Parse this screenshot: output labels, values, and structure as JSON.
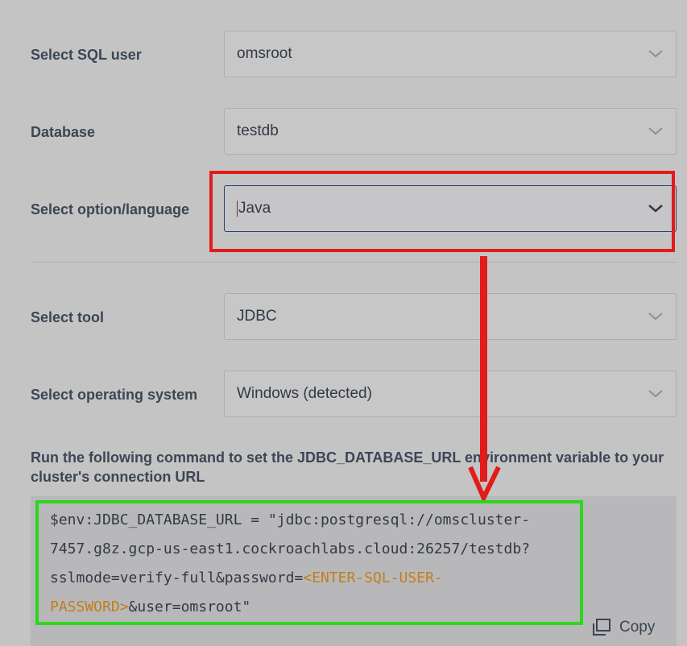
{
  "form": {
    "sql_user": {
      "label": "Select SQL user",
      "value": "omsroot"
    },
    "database": {
      "label": "Database",
      "value": "testdb"
    },
    "language": {
      "label": "Select option/language",
      "value": "Java"
    },
    "tool": {
      "label": "Select tool",
      "value": "JDBC"
    },
    "os": {
      "label": "Select operating system",
      "value": "Windows (detected)"
    }
  },
  "instructions": "Run the following command to set the JDBC_DATABASE_URL environment variable to your cluster's connection URL",
  "code": {
    "line1": "$env:JDBC_DATABASE_URL = \"jdbc:postgresql://omscluster-",
    "line2": "7457.g8z.gcp-us-east1.cockroachlabs.cloud:26257/testdb?",
    "line3_prefix": "sslmode=verify-full&password=",
    "placeholder_part1": "<ENTER-SQL-USER-",
    "placeholder_part2": "PASSWORD>",
    "line4_suffix": "&user=omsroot\""
  },
  "copy_label": "Copy",
  "icons": {
    "chevron": "chevron-down-icon",
    "copy": "copy-icon"
  },
  "annotation_colors": {
    "red": "#e21b1b",
    "green": "#2bd81c"
  }
}
